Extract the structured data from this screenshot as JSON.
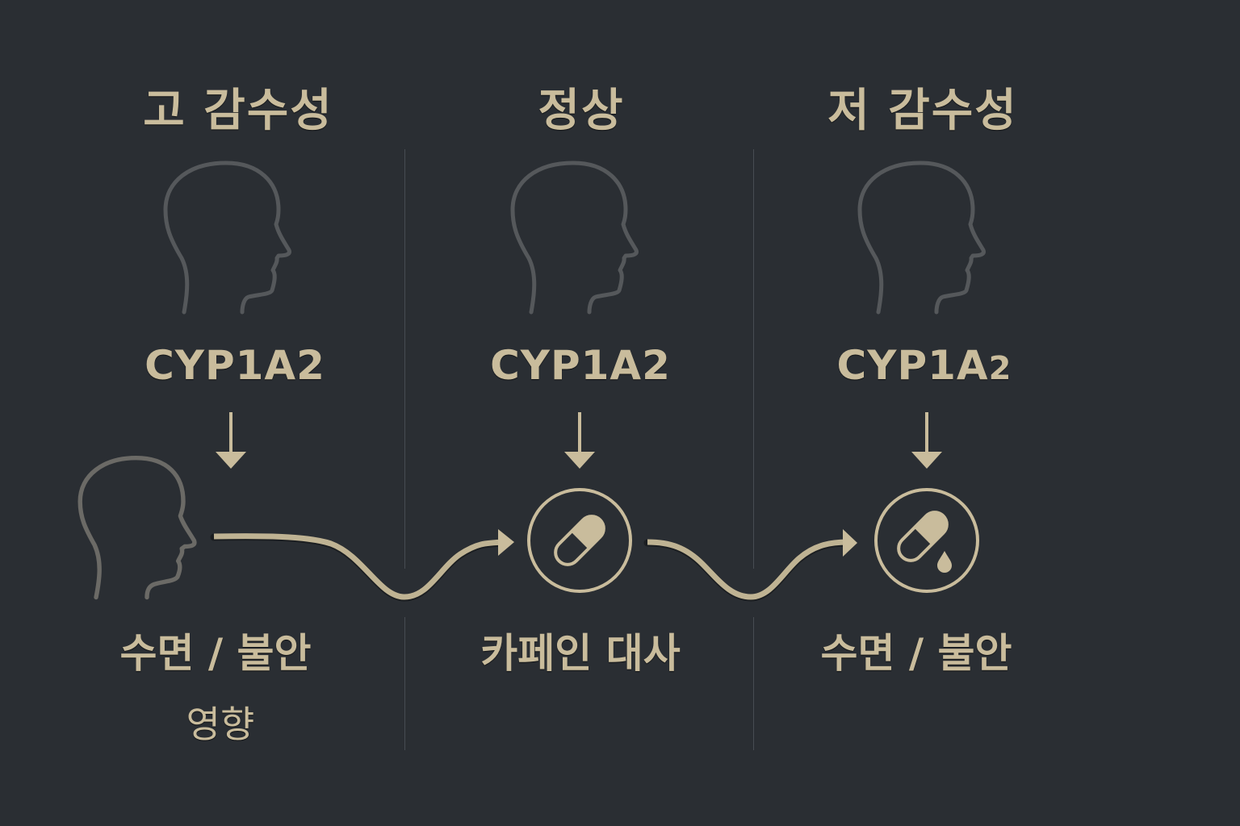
{
  "columns": [
    {
      "title": "고 감수성",
      "gene": "CYP1A",
      "gene_suffix": "2",
      "label": "수면 / 불안",
      "label_line2": "영향",
      "icon": "head-profile-icon"
    },
    {
      "title": "정상",
      "gene": "CYP1A",
      "gene_suffix": "2",
      "label": "카페인 대사",
      "icon": "capsule-pill-icon"
    },
    {
      "title": "저 감수성",
      "gene": "CYP1A",
      "gene_suffix": "2",
      "label": "수면 / 불안",
      "icon": "capsule-pill-drop-icon"
    }
  ],
  "colors": {
    "background": "#2a2e33",
    "accent": "#c9bc9c",
    "head_outline": "#55585b",
    "head_outline_light": "#6b6a66",
    "divider": "#474c52"
  }
}
